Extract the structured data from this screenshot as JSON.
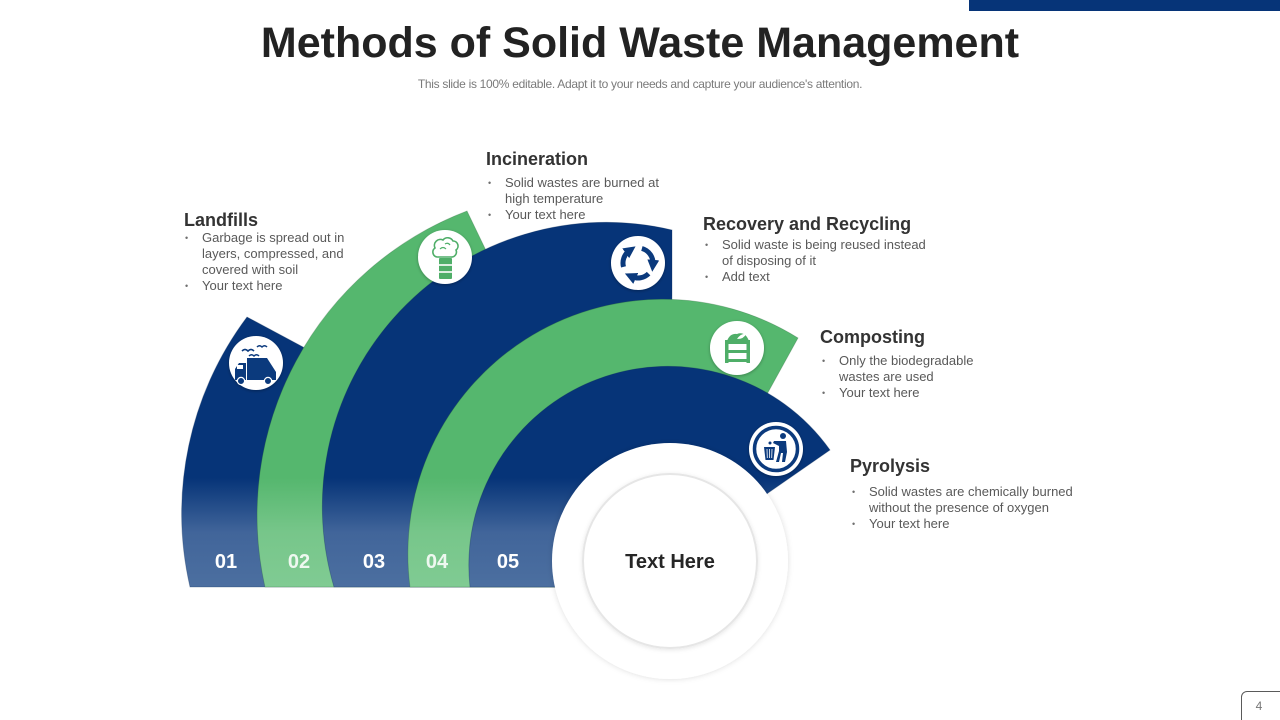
{
  "slide": {
    "title": "Methods of Solid Waste Management",
    "subtitle": "This slide is 100% editable. Adapt it to your needs and capture your audience's attention.",
    "page_number": "4"
  },
  "ui": {
    "bullet": "•"
  },
  "colors": {
    "navy": "#063478",
    "navy_light": "#4c6fa0",
    "green": "#55b76e",
    "green_light": "#80cb93",
    "heading_text": "#333333",
    "body_text": "#595959"
  },
  "center": {
    "label": "Text Here"
  },
  "steps": [
    {
      "number": "01",
      "title": "Landfills",
      "color": "navy",
      "icon": "garbage-truck-icon",
      "bullets": [
        "Garbage is spread out in layers, compressed, and covered with soil",
        "Your text here"
      ]
    },
    {
      "number": "02",
      "title": "Incineration",
      "color": "green",
      "icon": "smokestack-barrel-icon",
      "bullets": [
        "Solid wastes are burned at high temperature",
        "Your text here"
      ]
    },
    {
      "number": "03",
      "title": "Recovery and Recycling",
      "color": "navy",
      "icon": "recycle-icon",
      "bullets": [
        "Solid waste is being reused instead of disposing of it",
        "Add text"
      ]
    },
    {
      "number": "04",
      "title": "Composting",
      "color": "green",
      "icon": "compost-bin-icon",
      "bullets": [
        "Only the biodegradable wastes are used",
        "Your text here"
      ]
    },
    {
      "number": "05",
      "title": "Pyrolysis",
      "color": "navy",
      "icon": "dispose-trash-icon",
      "bullets": [
        "Solid wastes are chemically burned without the presence of oxygen",
        "Your text here"
      ]
    }
  ]
}
